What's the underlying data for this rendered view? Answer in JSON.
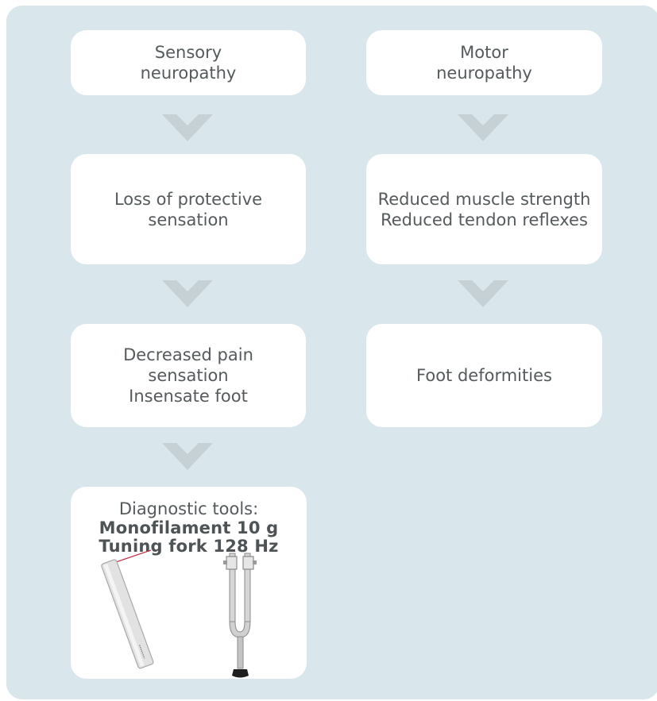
{
  "colors": {
    "panel_bg": "#d9e6ec",
    "box_bg": "#ffffff",
    "text": "#555a5c",
    "chevron": "#c6d1d6",
    "accent_line": "#c0364a"
  },
  "left_column": {
    "sensory": [
      "Sensory",
      "neuropathy"
    ],
    "loss": [
      "Loss of protective",
      "sensation"
    ],
    "decreased": [
      "Decreased pain",
      "sensation",
      "Insensate foot"
    ],
    "tools": {
      "title": "Diagnostic tools:",
      "line1": "Monofilament 10 g",
      "line2": "Tuning fork 128 Hz"
    }
  },
  "right_column": {
    "motor": [
      "Motor",
      "neuropathy"
    ],
    "reduced": [
      "Reduced muscle strength",
      "Reduced tendon reflexes"
    ],
    "foot": [
      "Foot deformities"
    ]
  },
  "icons": {
    "arrow": "chevron-down-icon",
    "monofilament": "monofilament-icon",
    "tuning_fork": "tuning-fork-icon"
  }
}
